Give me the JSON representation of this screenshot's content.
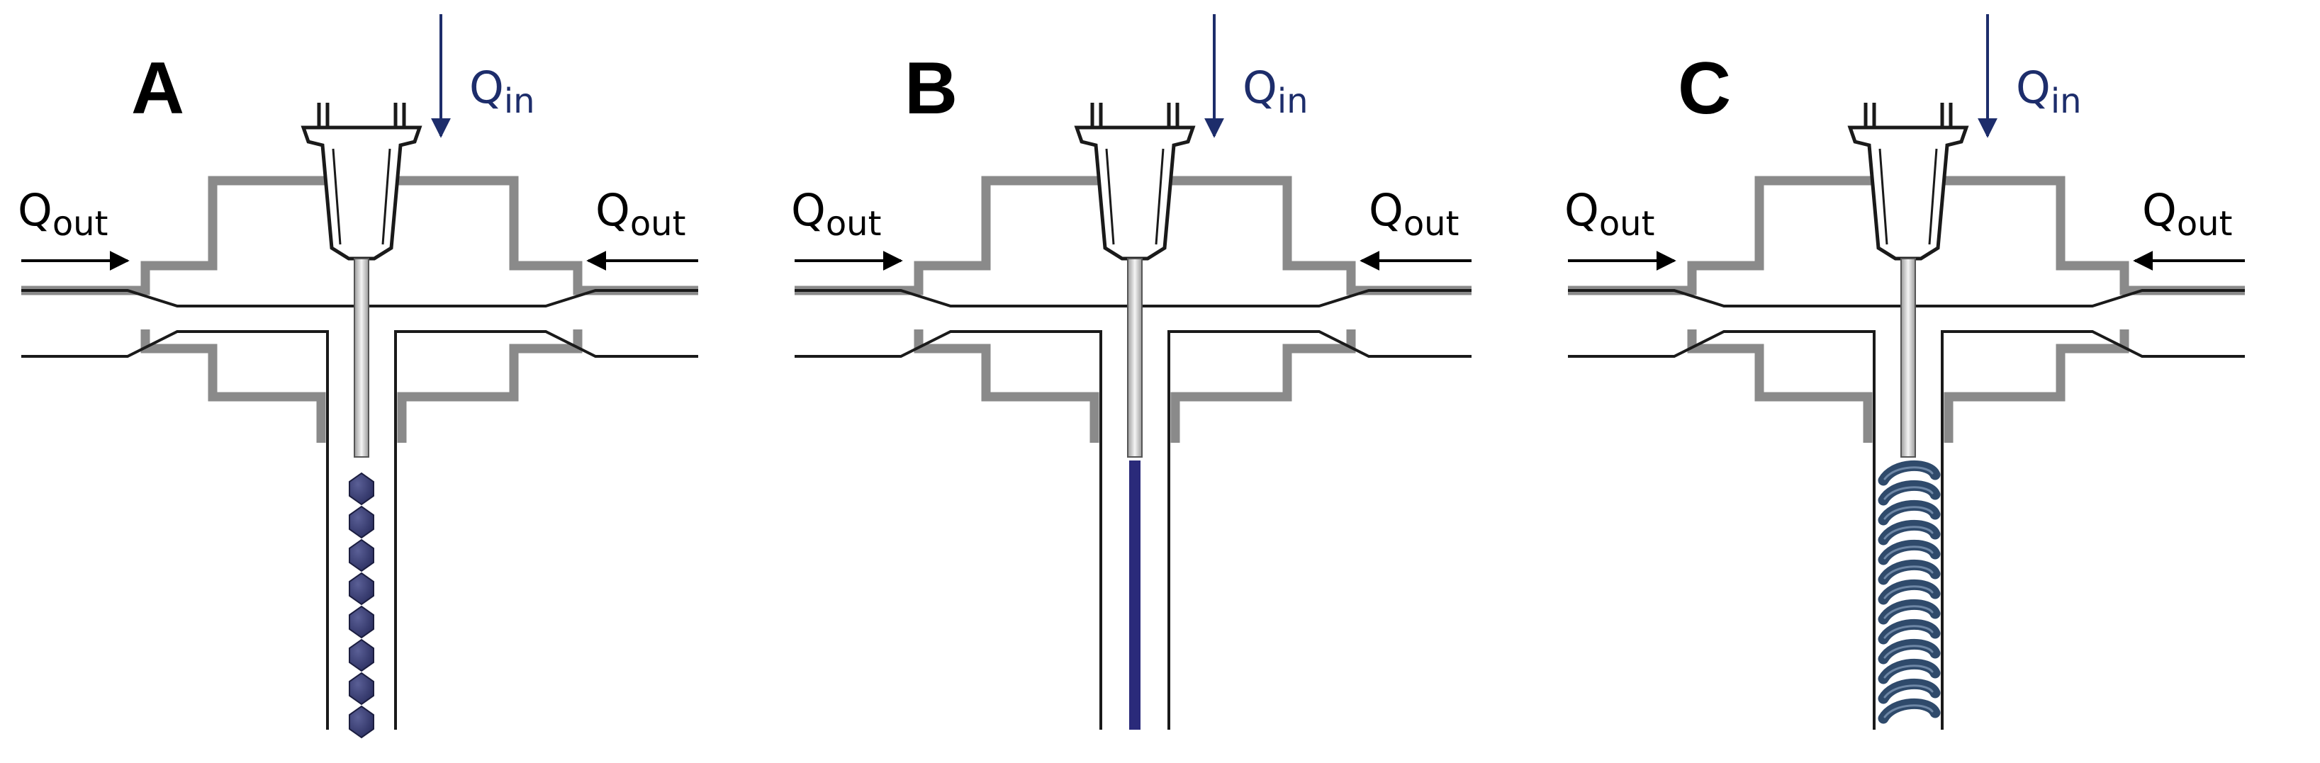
{
  "colors": {
    "inflow": "#1d2d6b",
    "outflow": "#000000",
    "housing": "#8a8a8a",
    "fiber": "#2a2a7a",
    "beads": "#2d3163",
    "helix": "#2f4a6b"
  },
  "panels": [
    {
      "id": "A",
      "letter": "A",
      "inflow_label": "Q",
      "inflow_sub": "in",
      "left_outflow_label": "Q",
      "left_outflow_sub": "out",
      "right_outflow_label": "Q",
      "right_outflow_sub": "out",
      "product": "droplets"
    },
    {
      "id": "B",
      "letter": "B",
      "inflow_label": "Q",
      "inflow_sub": "in",
      "left_outflow_label": "Q",
      "left_outflow_sub": "out",
      "right_outflow_label": "Q",
      "right_outflow_sub": "out",
      "product": "straight-fiber"
    },
    {
      "id": "C",
      "letter": "C",
      "inflow_label": "Q",
      "inflow_sub": "in",
      "left_outflow_label": "Q",
      "left_outflow_sub": "out",
      "right_outflow_label": "Q",
      "right_outflow_sub": "out",
      "product": "coiled-fiber"
    }
  ]
}
